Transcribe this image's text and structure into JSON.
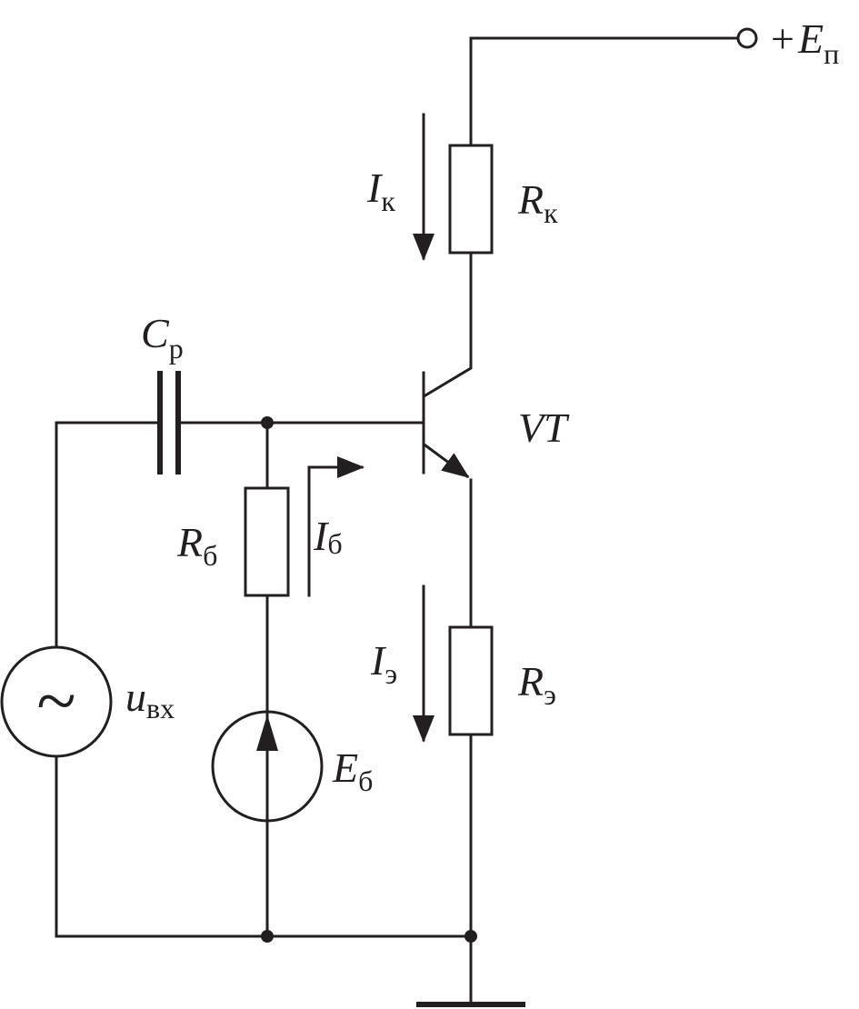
{
  "labels": {
    "supply_main": "E",
    "supply_sign": "+",
    "supply_sub": "п",
    "rk_main": "R",
    "rk_sub": "к",
    "ik_main": "I",
    "ik_sub": "к",
    "cp_main": "C",
    "cp_sub": "р",
    "vt": "VT",
    "rb_main": "R",
    "rb_sub": "б",
    "ib_main": "I",
    "ib_sub": "б",
    "ie_main": "I",
    "ie_sub": "э",
    "re_main": "R",
    "re_sub": "э",
    "uin_main": "u",
    "uin_sub": "вх",
    "eb_main": "E",
    "eb_sub": "б",
    "ac_symbol": "~"
  }
}
